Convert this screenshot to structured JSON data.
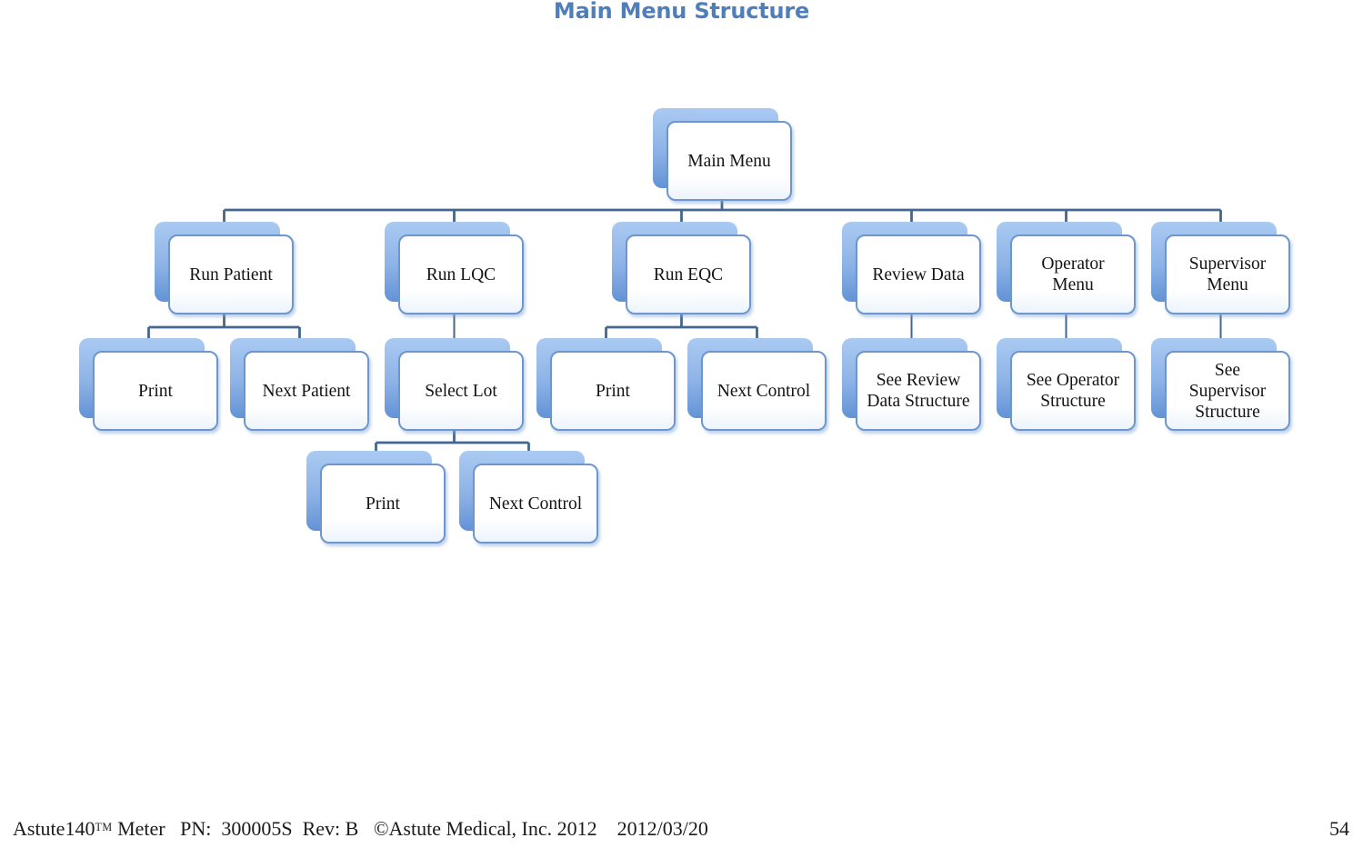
{
  "page": {
    "title": "Main Menu Structure",
    "footer": {
      "product": "Astute140",
      "trademark": "TM",
      "rest": " Meter   PN:  300005S  Rev: B   ©Astute Medical, Inc. 2012    2012/03/20",
      "page_number": "54"
    }
  },
  "diagram": {
    "type": "tree",
    "root": {
      "label": "Main Menu",
      "children": [
        {
          "label": "Run Patient",
          "children": [
            {
              "label": "Print"
            },
            {
              "label": "Next Patient"
            }
          ]
        },
        {
          "label": "Run LQC",
          "children": [
            {
              "label": "Select Lot",
              "children": [
                {
                  "label": "Print"
                },
                {
                  "label": "Next Control"
                }
              ]
            }
          ]
        },
        {
          "label": "Run EQC",
          "children": [
            {
              "label": "Print"
            },
            {
              "label": "Next Control"
            }
          ]
        },
        {
          "label": "Review Data",
          "children": [
            {
              "label": "See Review Data Structure"
            }
          ]
        },
        {
          "label": "Operator Menu",
          "children": [
            {
              "label": "See Operator Structure"
            }
          ]
        },
        {
          "label": "Supervisor Menu",
          "children": [
            {
              "label": "See Supervisor Structure"
            }
          ]
        }
      ]
    }
  },
  "colors": {
    "title_text": "#4E7FBA",
    "connector": "#44678E",
    "box_border": "#6D96CE",
    "box_back_top": "#AACAF2",
    "box_back_bottom": "#6293D6",
    "box_face": "#FFFFFF",
    "box_text": "#141414",
    "footer_text": "#1B1B1B"
  }
}
